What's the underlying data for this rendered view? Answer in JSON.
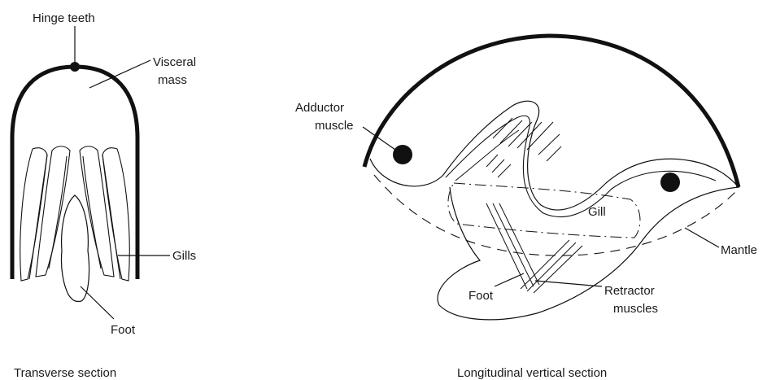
{
  "transverse": {
    "labels": {
      "hinge_teeth": "Hinge teeth",
      "visceral_1": "Visceral",
      "visceral_2": "mass",
      "gills": "Gills",
      "foot": "Foot"
    },
    "caption": "Transverse section"
  },
  "longitudinal": {
    "labels": {
      "adductor_1": "Adductor",
      "adductor_2": "muscle",
      "gill": "Gill",
      "mantle": "Mantle",
      "foot": "Foot",
      "retractor_1": "Retractor",
      "retractor_2": "muscles"
    },
    "caption": "Longitudinal vertical section"
  }
}
